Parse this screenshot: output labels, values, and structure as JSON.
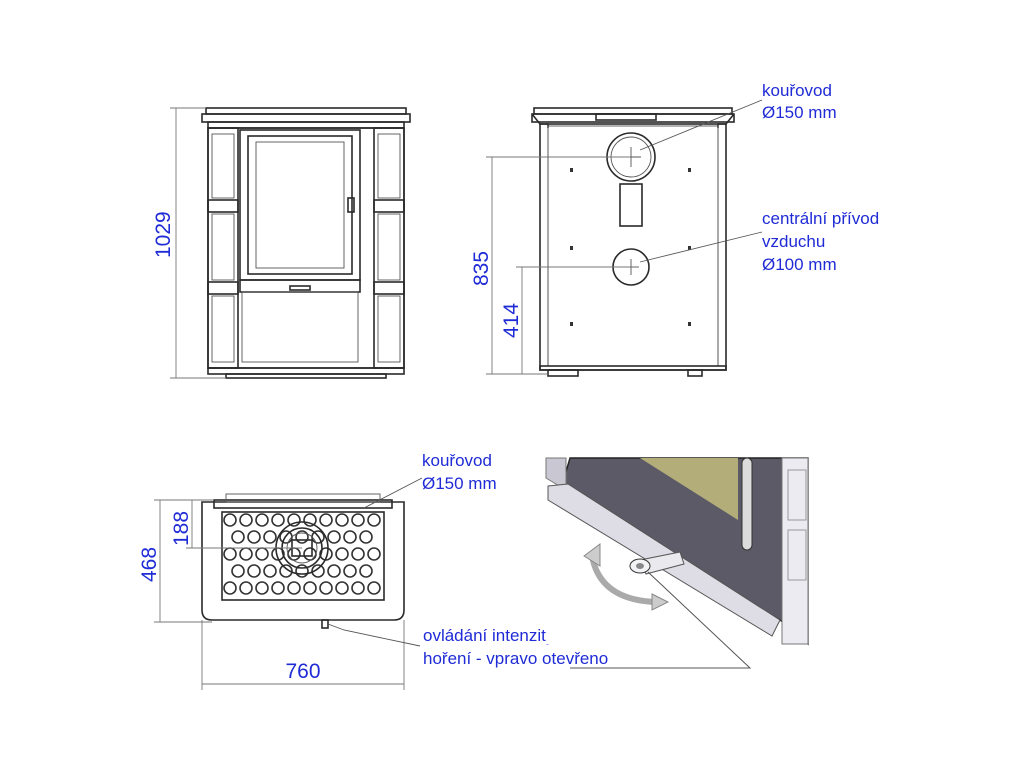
{
  "labels": {
    "flue_top_1": "kouřovod",
    "flue_top_2": "Ø150 mm",
    "air_1": "centrální přívod",
    "air_2": "vzduchu",
    "air_3": "Ø100 mm",
    "flue_bottom_1": "kouřovod",
    "flue_bottom_2": "Ø150 mm",
    "control_1": "ovládání intenzity",
    "control_2": "hoření - vpravo otevřeno"
  },
  "dimensions": {
    "height_total": "1029",
    "flue_height": "835",
    "air_height": "414",
    "depth_total": "468",
    "flue_offset": "188",
    "width_total": "760"
  },
  "colors": {
    "label_blue": "#1f2bd6",
    "line": "#2a2a2a",
    "door_glass": "#b3ad7a",
    "door_frame": "#5b5a66"
  }
}
